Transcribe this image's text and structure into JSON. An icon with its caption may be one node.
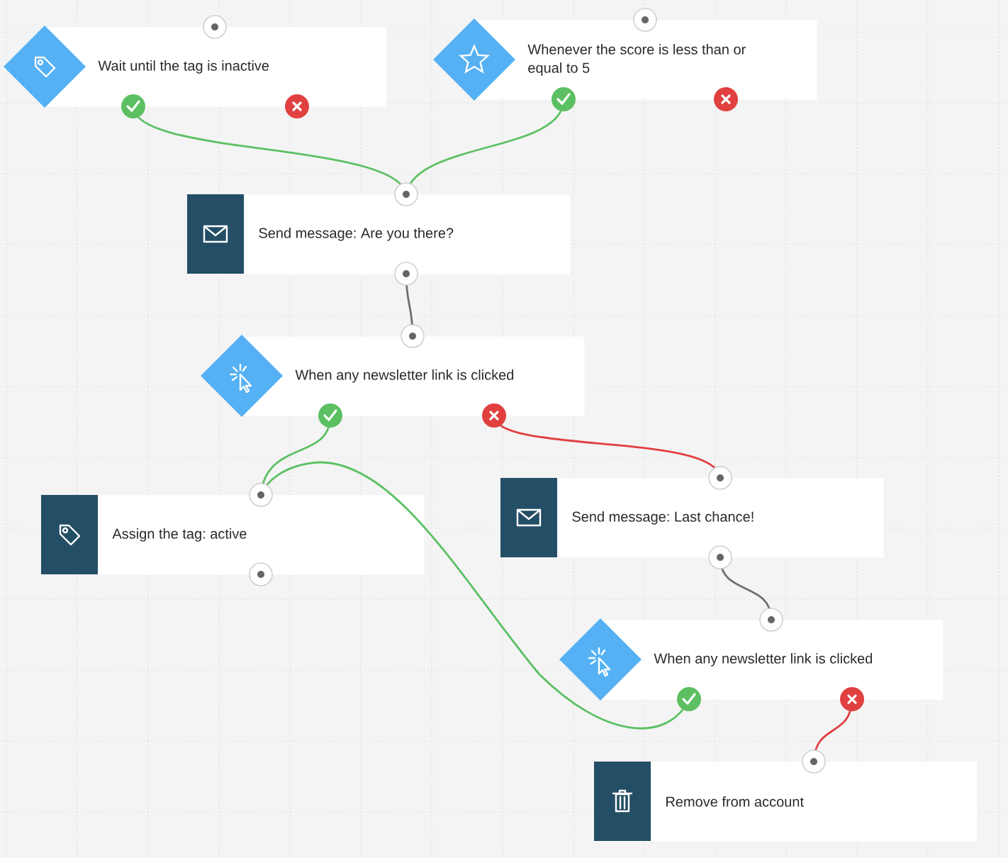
{
  "diagram": {
    "nodes": [
      {
        "text": [
          "Wait until the tag is inactive"
        ]
      },
      {
        "text": [
          "Whenever the score is less than or equal to 5"
        ]
      },
      {
        "text": [
          "Send message: Are you there?"
        ]
      },
      {
        "text": [
          "When any newsletter link is clicked"
        ]
      },
      {
        "text": [
          "Assign the tag: active"
        ]
      },
      {
        "text": [
          "Send message: Last chance!"
        ]
      },
      {
        "text": [
          "When any newsletter link is clicked"
        ]
      },
      {
        "text": [
          "Remove from account"
        ]
      }
    ],
    "edges": [
      {
        "from": 0,
        "to": 2,
        "arrow": "none"
      },
      {
        "from": 1,
        "to": 2,
        "arrow": "none"
      },
      {
        "from": 2,
        "to": 3,
        "arrow": "none",
        "color": "#6e6e6e"
      },
      {
        "from": 3,
        "to": 4,
        "arrow": "none"
      },
      {
        "from": 3,
        "to": 5,
        "arrow": "none",
        "color": "#e0403f"
      },
      {
        "from": 6,
        "to": 4,
        "arrow": "none"
      },
      {
        "from": 5,
        "to": 6,
        "arrow": "none",
        "color": "#6e6e6e"
      },
      {
        "from": 6,
        "to": 7,
        "arrow": "none",
        "color": "#e0403f"
      }
    ]
  }
}
